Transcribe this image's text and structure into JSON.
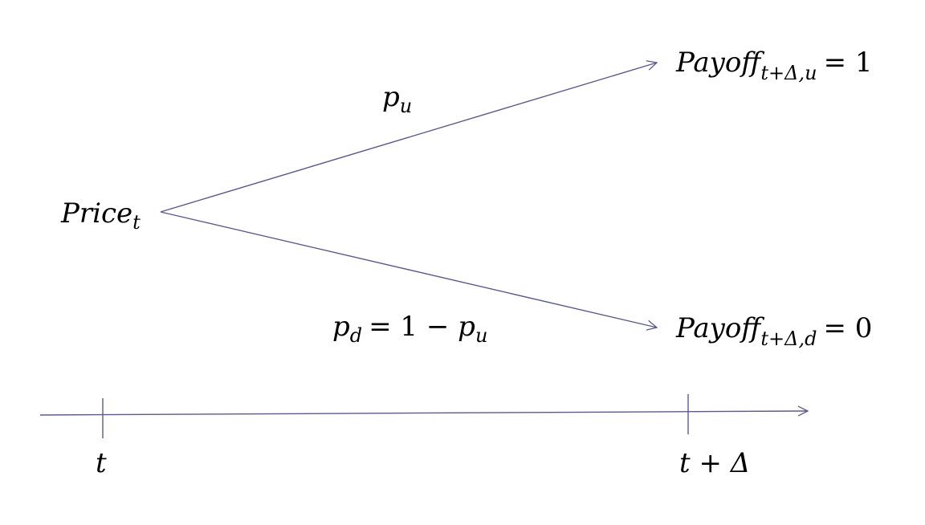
{
  "colors": {
    "line": "#5a5a8c",
    "text": "#000000",
    "background": "#ffffff"
  },
  "root_node": {
    "base": "Price",
    "subscript": "t"
  },
  "up_branch": {
    "probability_base": "p",
    "probability_subscript": "u",
    "payoff_base": "Payoff",
    "payoff_subscript": "t+Δ,u",
    "payoff_equals": "= 1"
  },
  "down_branch": {
    "probability_base": "p",
    "probability_subscript": "d",
    "probability_equals": "= 1 − ",
    "probability_rhs_base": "p",
    "probability_rhs_subscript": "u",
    "payoff_base": "Payoff",
    "payoff_subscript": "t+Δ,d",
    "payoff_equals": "= 0"
  },
  "timeline": {
    "start_label": "t",
    "end_label": "t + Δ"
  }
}
